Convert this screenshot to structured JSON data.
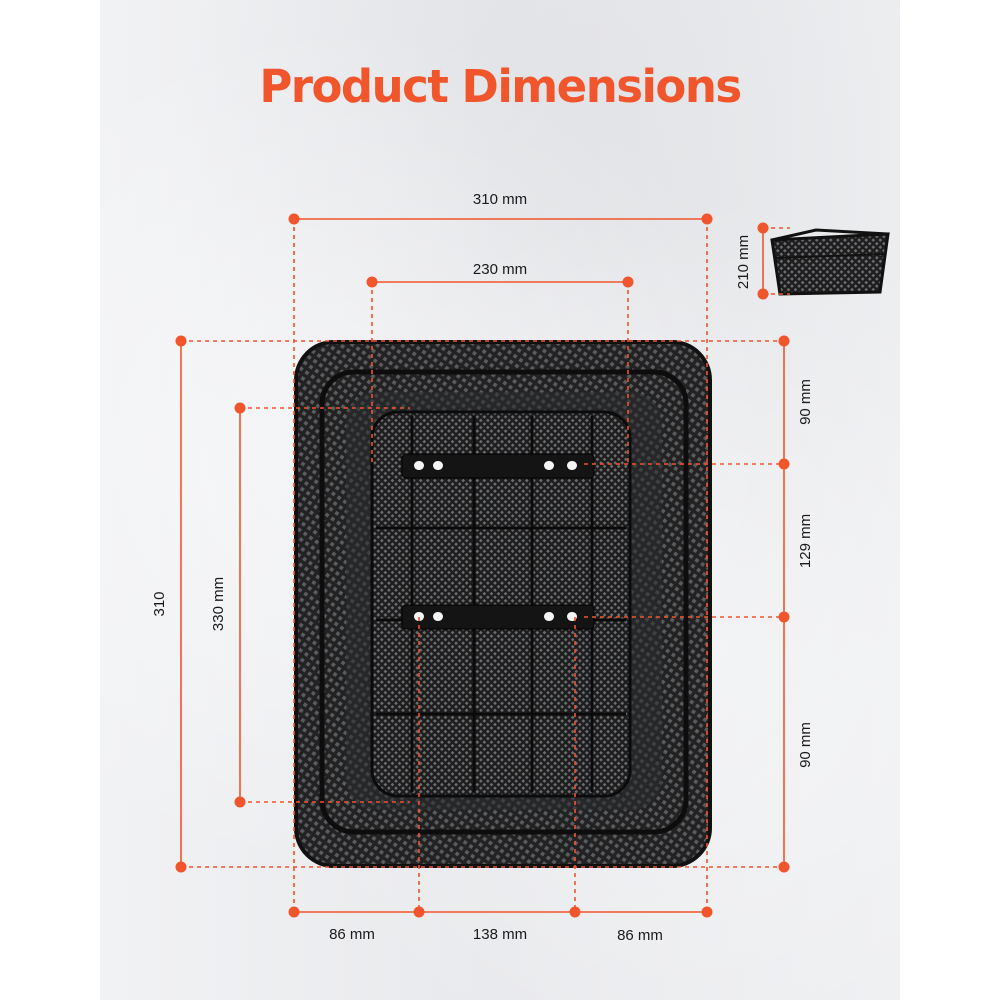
{
  "header": {
    "title": "Product Dimensions"
  },
  "dimensions": {
    "top_outer_width": "310 mm",
    "top_inner_width": "230 mm",
    "height": "210 mm",
    "left_outer_length": "310",
    "left_inner_length": "330 mm",
    "right_top_segment": "90 mm",
    "right_middle_segment": "129 mm",
    "right_bottom_segment": "90 mm",
    "bottom_left_segment": "86 mm",
    "bottom_middle_segment": "138 mm",
    "bottom_right_segment": "86 mm"
  },
  "colors": {
    "accent": "#f1552b",
    "dimension_line": "#f1552b",
    "basket": "#151515"
  }
}
